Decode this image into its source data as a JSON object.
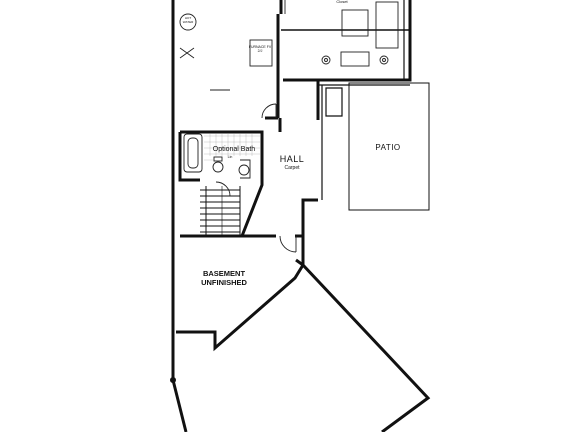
{
  "labels": {
    "patio": "PATIO",
    "hall": "HALL",
    "hall_floor": "Carpet",
    "optional_bath": "Optional Bath",
    "basement_line1": "BASEMENT",
    "basement_line2": "UNFINISHED",
    "furnace": "FURNACE FV 2/J",
    "hot_water": "HOT WATER",
    "closet": "Closet",
    "linen": "Lin"
  }
}
